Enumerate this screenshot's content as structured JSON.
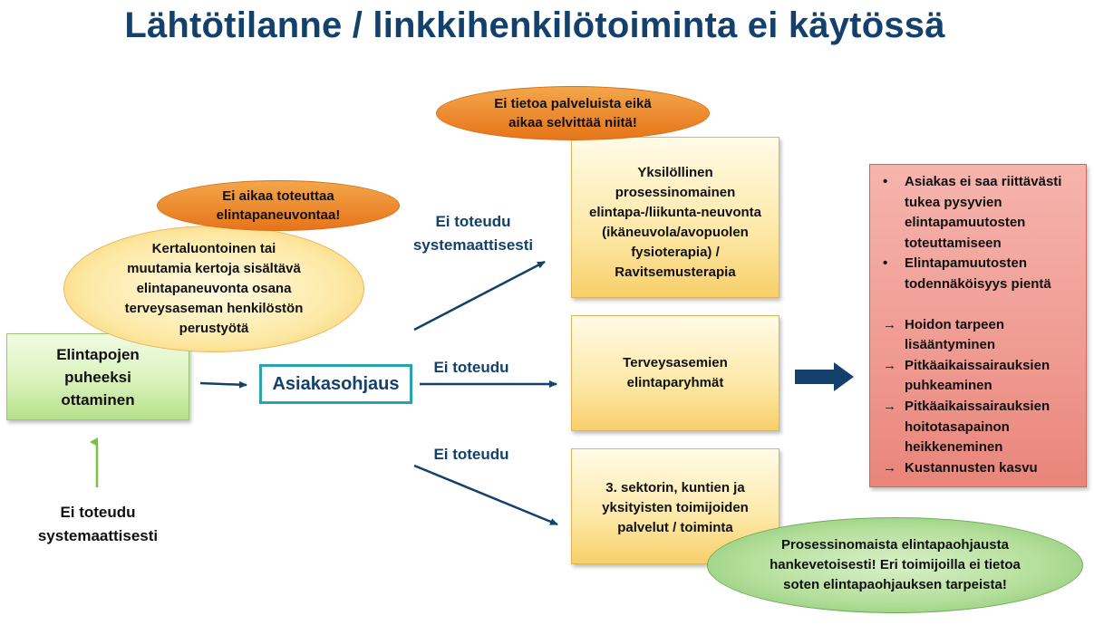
{
  "title": "Lähtötilanne / linkkihenkilötoiminta ei käytössä",
  "nodes": {
    "start_box": "Elintapojen puheeksi ottaminen",
    "start_note": "Ei toteudu systemaattisesti",
    "guidance_box": "Asiakasohjaus",
    "basic_counseling": "Kertaluontoinen tai muutamia kertoja sisältävä elintapaneuvonta osana terveysaseman henkilöstön perustyötä",
    "no_time_counseling": "Ei aikaa toteuttaa elintapaneuvontaa!",
    "no_info_services": "Ei tietoa palveluista eikä aikaa selvittää niitä!",
    "individual_counseling": "Yksilöllinen prosessinomainen elintapa-/liikunta-neuvonta (ikäneuvola/avopuolen fysioterapia) / Ravitsemusterapia",
    "health_center_groups": "Terveysasemien elintaparyhmät",
    "third_sector": "3. sektorin, kuntien ja yksityisten toimijoiden palvelut / toiminta",
    "project_based": "Prosessinomaista elintapaohjausta hankevetoisesti! Eri toimijoilla ei tietoa soten elintapaohjauksen tarpeista!"
  },
  "edge_labels": {
    "top": "Ei toteudu systemaattisesti",
    "middle": "Ei toteudu",
    "bottom": "Ei toteudu"
  },
  "outcomes": [
    {
      "marker": "•",
      "text": "Asiakas ei saa riittävästi tukea pysyvien elintapamuutosten toteuttamiseen"
    },
    {
      "marker": "•",
      "text": "Elintapamuutosten todennäköisyys pientä"
    },
    {
      "marker": "→",
      "text": "Hoidon tarpeen lisääntyminen"
    },
    {
      "marker": "→",
      "text": "Pitkäaikaissairauksien puhkeaminen"
    },
    {
      "marker": "→",
      "text": "Pitkäaikaissairauksien hoitotasapainon heikkeneminen"
    },
    {
      "marker": "→",
      "text": "Kustannusten kasvu"
    }
  ],
  "colors": {
    "title": "#13416b",
    "arrow": "#13416b",
    "green_arrow": "#7ac143",
    "teal_border": "#2aa2b0",
    "orange": "#e6741a",
    "red_box": "#ef9a91"
  }
}
